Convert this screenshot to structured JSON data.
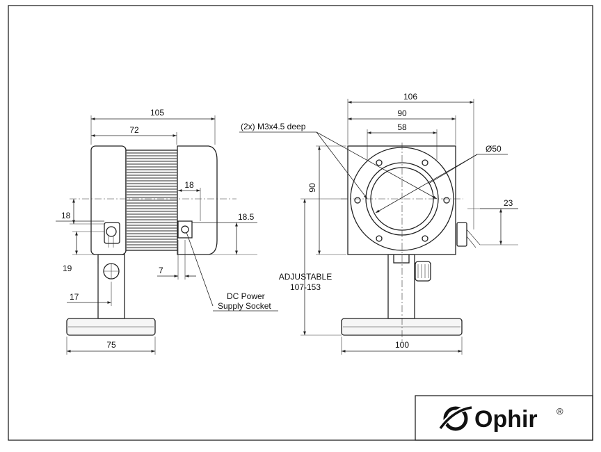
{
  "dimensions": {
    "side_total_length": "105",
    "side_body_length": "72",
    "side_connector_offset": "18",
    "side_left_18": "18",
    "side_19": "19",
    "side_17": "17",
    "side_7": "7",
    "side_18_5": "18.5",
    "side_base_width": "75",
    "front_total_width": "106",
    "front_plate_width": "90",
    "front_hole_spacing": "58",
    "front_height": "90",
    "front_aperture": "Ø50",
    "front_23": "23",
    "front_base_width": "100",
    "adjustable_label": "ADJUSTABLE",
    "adjustable_range": "107-153"
  },
  "callouts": {
    "thread_note": "(2x) M3x4.5 deep",
    "dc_line1": "DC Power",
    "dc_line2": "Supply Socket"
  },
  "logo": {
    "brand": "Ophir",
    "registered": "®"
  }
}
